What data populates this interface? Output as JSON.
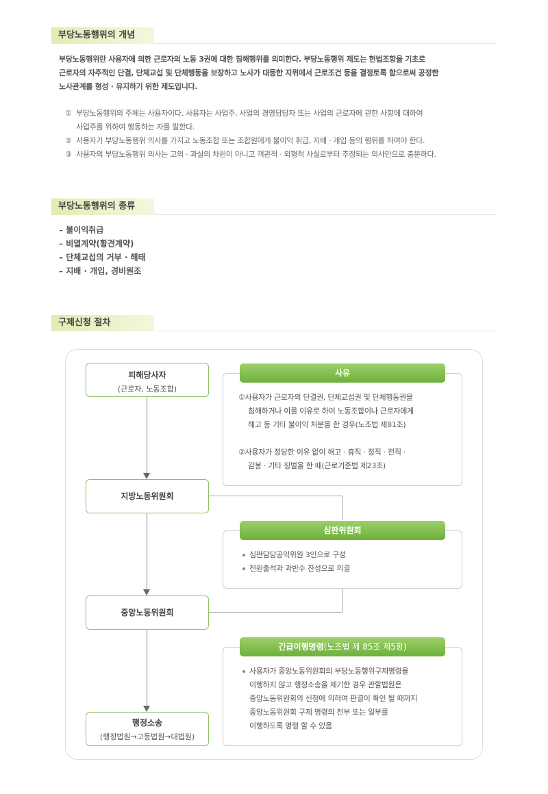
{
  "section1": {
    "title": "부당노동행위의 개념",
    "paragraph": [
      "부당노동행위란 사용자에 의한 근로자의 노동 3권에 대한 침해행위를 의미한다. 부당노동행위 제도는 헌법조항을 기초로",
      "근로자의 자주적인 단결, 단체교섭 및 단체행동을 보장하고 노사가 대등한 지위에서 근로조건 등을 결정토록 함으로써 공정한",
      "노사관계를 형성 · 유지하기 위한 제도입니다."
    ],
    "items": [
      {
        "num": "①",
        "lines": [
          "부당노동행위의 주체는 사용자이다. 사용자는 사업주, 사업의 경영담당자 또는 사업의 근로자에 관한 사항에 대하여",
          "사업주를 위하여 행동하는 자를 말한다."
        ]
      },
      {
        "num": "②",
        "lines": [
          "사용자가 부당노동행위 의사를 가지고 노동조합 또는 조합원에게 불이익 취급, 지배 · 개입 등의 행위를 하여야 한다."
        ]
      },
      {
        "num": "③",
        "lines": [
          "사용자의 부당노동행위 의사는 고의 · 과실의 차원이 아니고 객관적 · 외형적 사실로부터 추정되는 의사만으로 충분하다."
        ]
      }
    ]
  },
  "section2": {
    "title": "부당노동행위의 종류",
    "items": [
      "불이익취급",
      "비열계약(황견계약)",
      "단체교섭의 거부 · 해태",
      "지배 · 개입, 경비원조"
    ]
  },
  "section3": {
    "title": "구제신청 절차",
    "nodes": {
      "victim": {
        "title": "피해당사자",
        "sub": "(근로자, 노동조합)"
      },
      "regional": {
        "title": "지방노동위원회"
      },
      "central": {
        "title": "중앙노동위원회"
      },
      "lawsuit": {
        "title": "행정소송",
        "sub": "(행정법원→고등법원→대법원)"
      }
    },
    "reason": {
      "label": "사유",
      "item1": [
        "①사용자가 근로자의 단결권, 단체교섭권 및 단체행동권을",
        "침해하거나 이를 이유로 하여 노동조합이나 근로자에게",
        "해고 등 기타 불이익 처분을 한 경우(노조법 제81조)"
      ],
      "item2": [
        "②사용자가 정당한 이유 없이 해고 · 휴직 · 정직 · 전직 ·",
        "감봉 · 기타 징벌을 한 때(근로기준법 제23조)"
      ]
    },
    "committee": {
      "label": "심판위원회",
      "bullets": [
        "심판담당공익위원 3인으로 구성",
        "전원출석과 과반수 찬성으로 의결"
      ]
    },
    "emergency": {
      "label": "긴급이행명령",
      "label_paren": "(노조법 제 85조 제5항)",
      "lines": [
        "사용자가 중앙노동위원회의 부당노동행위구제명령을",
        "이행하지 않고 행정소송을 제기한 경우 관할법원은",
        "중앙노동위원회의 신청에 의하여 판결이 확인 될 때까지",
        "중앙노동위원회 구제 명령의 전부 또는 일부를",
        "이행하도록 명령 할 수 있음"
      ]
    }
  }
}
